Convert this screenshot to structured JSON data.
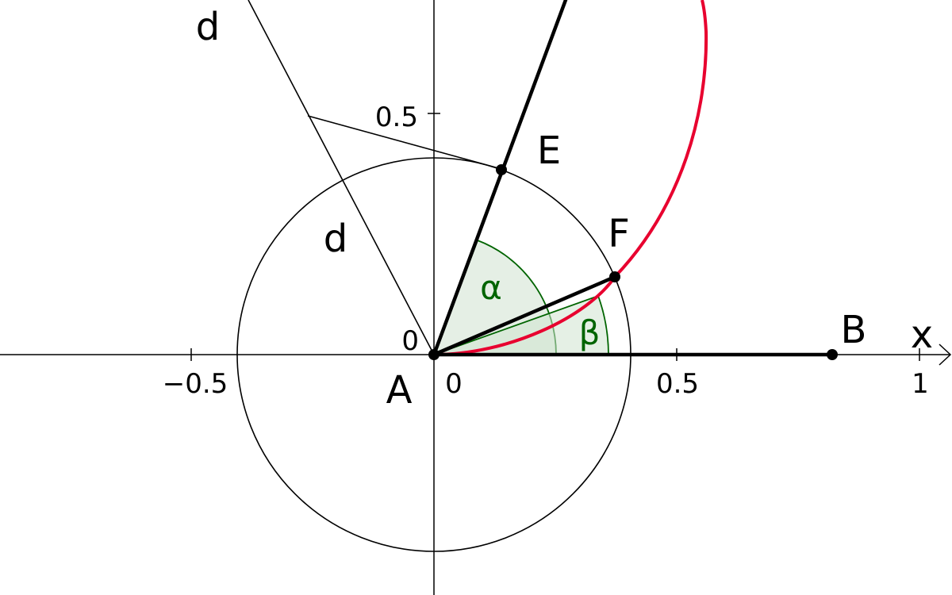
{
  "axes": {
    "x_label": "x",
    "origin_x_tick": "0",
    "origin_y_tick": "0",
    "x_ticks": [
      "−0.5",
      "0.5",
      "1"
    ],
    "y_ticks": [
      "0.5"
    ]
  },
  "points": {
    "A": "A",
    "B": "B",
    "E": "E",
    "F": "F"
  },
  "lines": {
    "d_top": "d",
    "d_mid": "d"
  },
  "angles": {
    "alpha": "α",
    "beta": "β"
  },
  "colors": {
    "curve": "#e8002f",
    "angle": "#006400",
    "angle_fill": "#cfe3cf"
  }
}
